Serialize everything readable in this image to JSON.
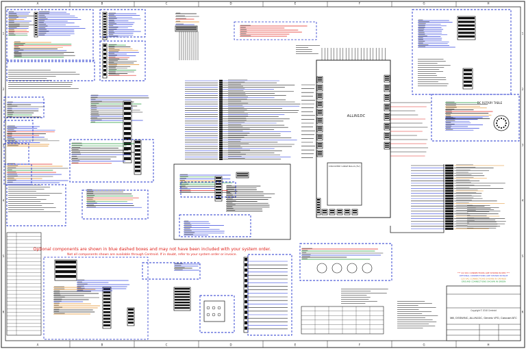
{
  "border": {
    "columns": [
      "A",
      "B",
      "C",
      "D",
      "E",
      "F",
      "G",
      "H"
    ],
    "rows": [
      "1",
      "2",
      "3",
      "4",
      "5",
      "6"
    ]
  },
  "notes": {
    "optional_line1": "Optional components are shown in blue dashed boxes and may not have been included with your system order.",
    "optional_line2": "Not all components shown are available through Centroid. If in doubt, refer to your system order or invoice."
  },
  "components": {
    "allin1dc_label": "ALLIN1DC",
    "board_label": "DISCOVERY CABLE\nBALLS (5V)",
    "rotary_table_label": "DC ROTARY\nTABLE"
  },
  "title_block": {
    "title": "Mill, DSSW/NC, ALLIN1DC, Generic VFD, Carousel ATC",
    "copyright": "Copyright © 2018 Centroid",
    "legend_lines": [
      "*** 24 VDC CONNECTIONS ARE SHOWN IN RED ***",
      "OPTIONAL CONNECTIONS ARE SHOWN IN BLUE",
      "120 VAC CONNECTIONS SHOWN IN ORANGE",
      "GROUND CONNECTIONS SHOWN IN GREEN"
    ]
  },
  "colors": {
    "ink": "#1a1a1a",
    "optional_box": "#2233cc",
    "wire_blue": "#3344dd",
    "note_red": "#e0201a",
    "wire_orange": "#e08a1e",
    "wire_green": "#1f9a3a"
  }
}
